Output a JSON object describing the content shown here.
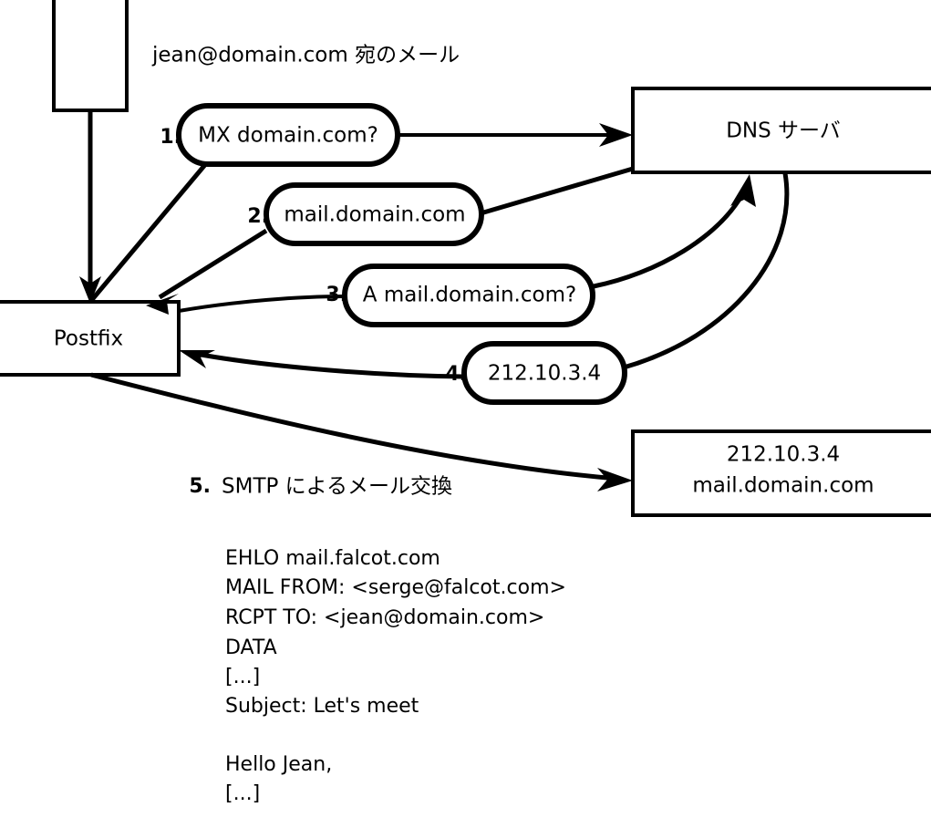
{
  "diagram": {
    "title_note": "jean@domain.com 宛のメール",
    "nodes": [
      {
        "id": "sender",
        "label": ""
      },
      {
        "id": "postfix",
        "label": "Postfix"
      },
      {
        "id": "dns",
        "label": "DNS サーバ"
      },
      {
        "id": "mailserver",
        "label_line1": "212.10.3.4",
        "label_line2": "mail.domain.com"
      }
    ],
    "steps": [
      {
        "number": "1.",
        "bubble": "MX domain.com?"
      },
      {
        "number": "2.",
        "bubble": "mail.domain.com"
      },
      {
        "number": "3.",
        "bubble": "A mail.domain.com?"
      },
      {
        "number": "4.",
        "bubble": "212.10.3.4"
      },
      {
        "number": "5.",
        "caption": "SMTP によるメール交換"
      }
    ],
    "transcript": [
      "EHLO mail.falcot.com",
      "MAIL FROM: <serge@falcot.com>",
      "RCPT TO: <jean@domain.com>",
      "DATA",
      "[...]",
      "Subject: Let's meet",
      "",
      "Hello Jean,",
      "[...]",
      "",
      "."
    ]
  },
  "colors": {
    "stroke": "#000000",
    "fill": "#ffffff",
    "text": "#000000"
  }
}
